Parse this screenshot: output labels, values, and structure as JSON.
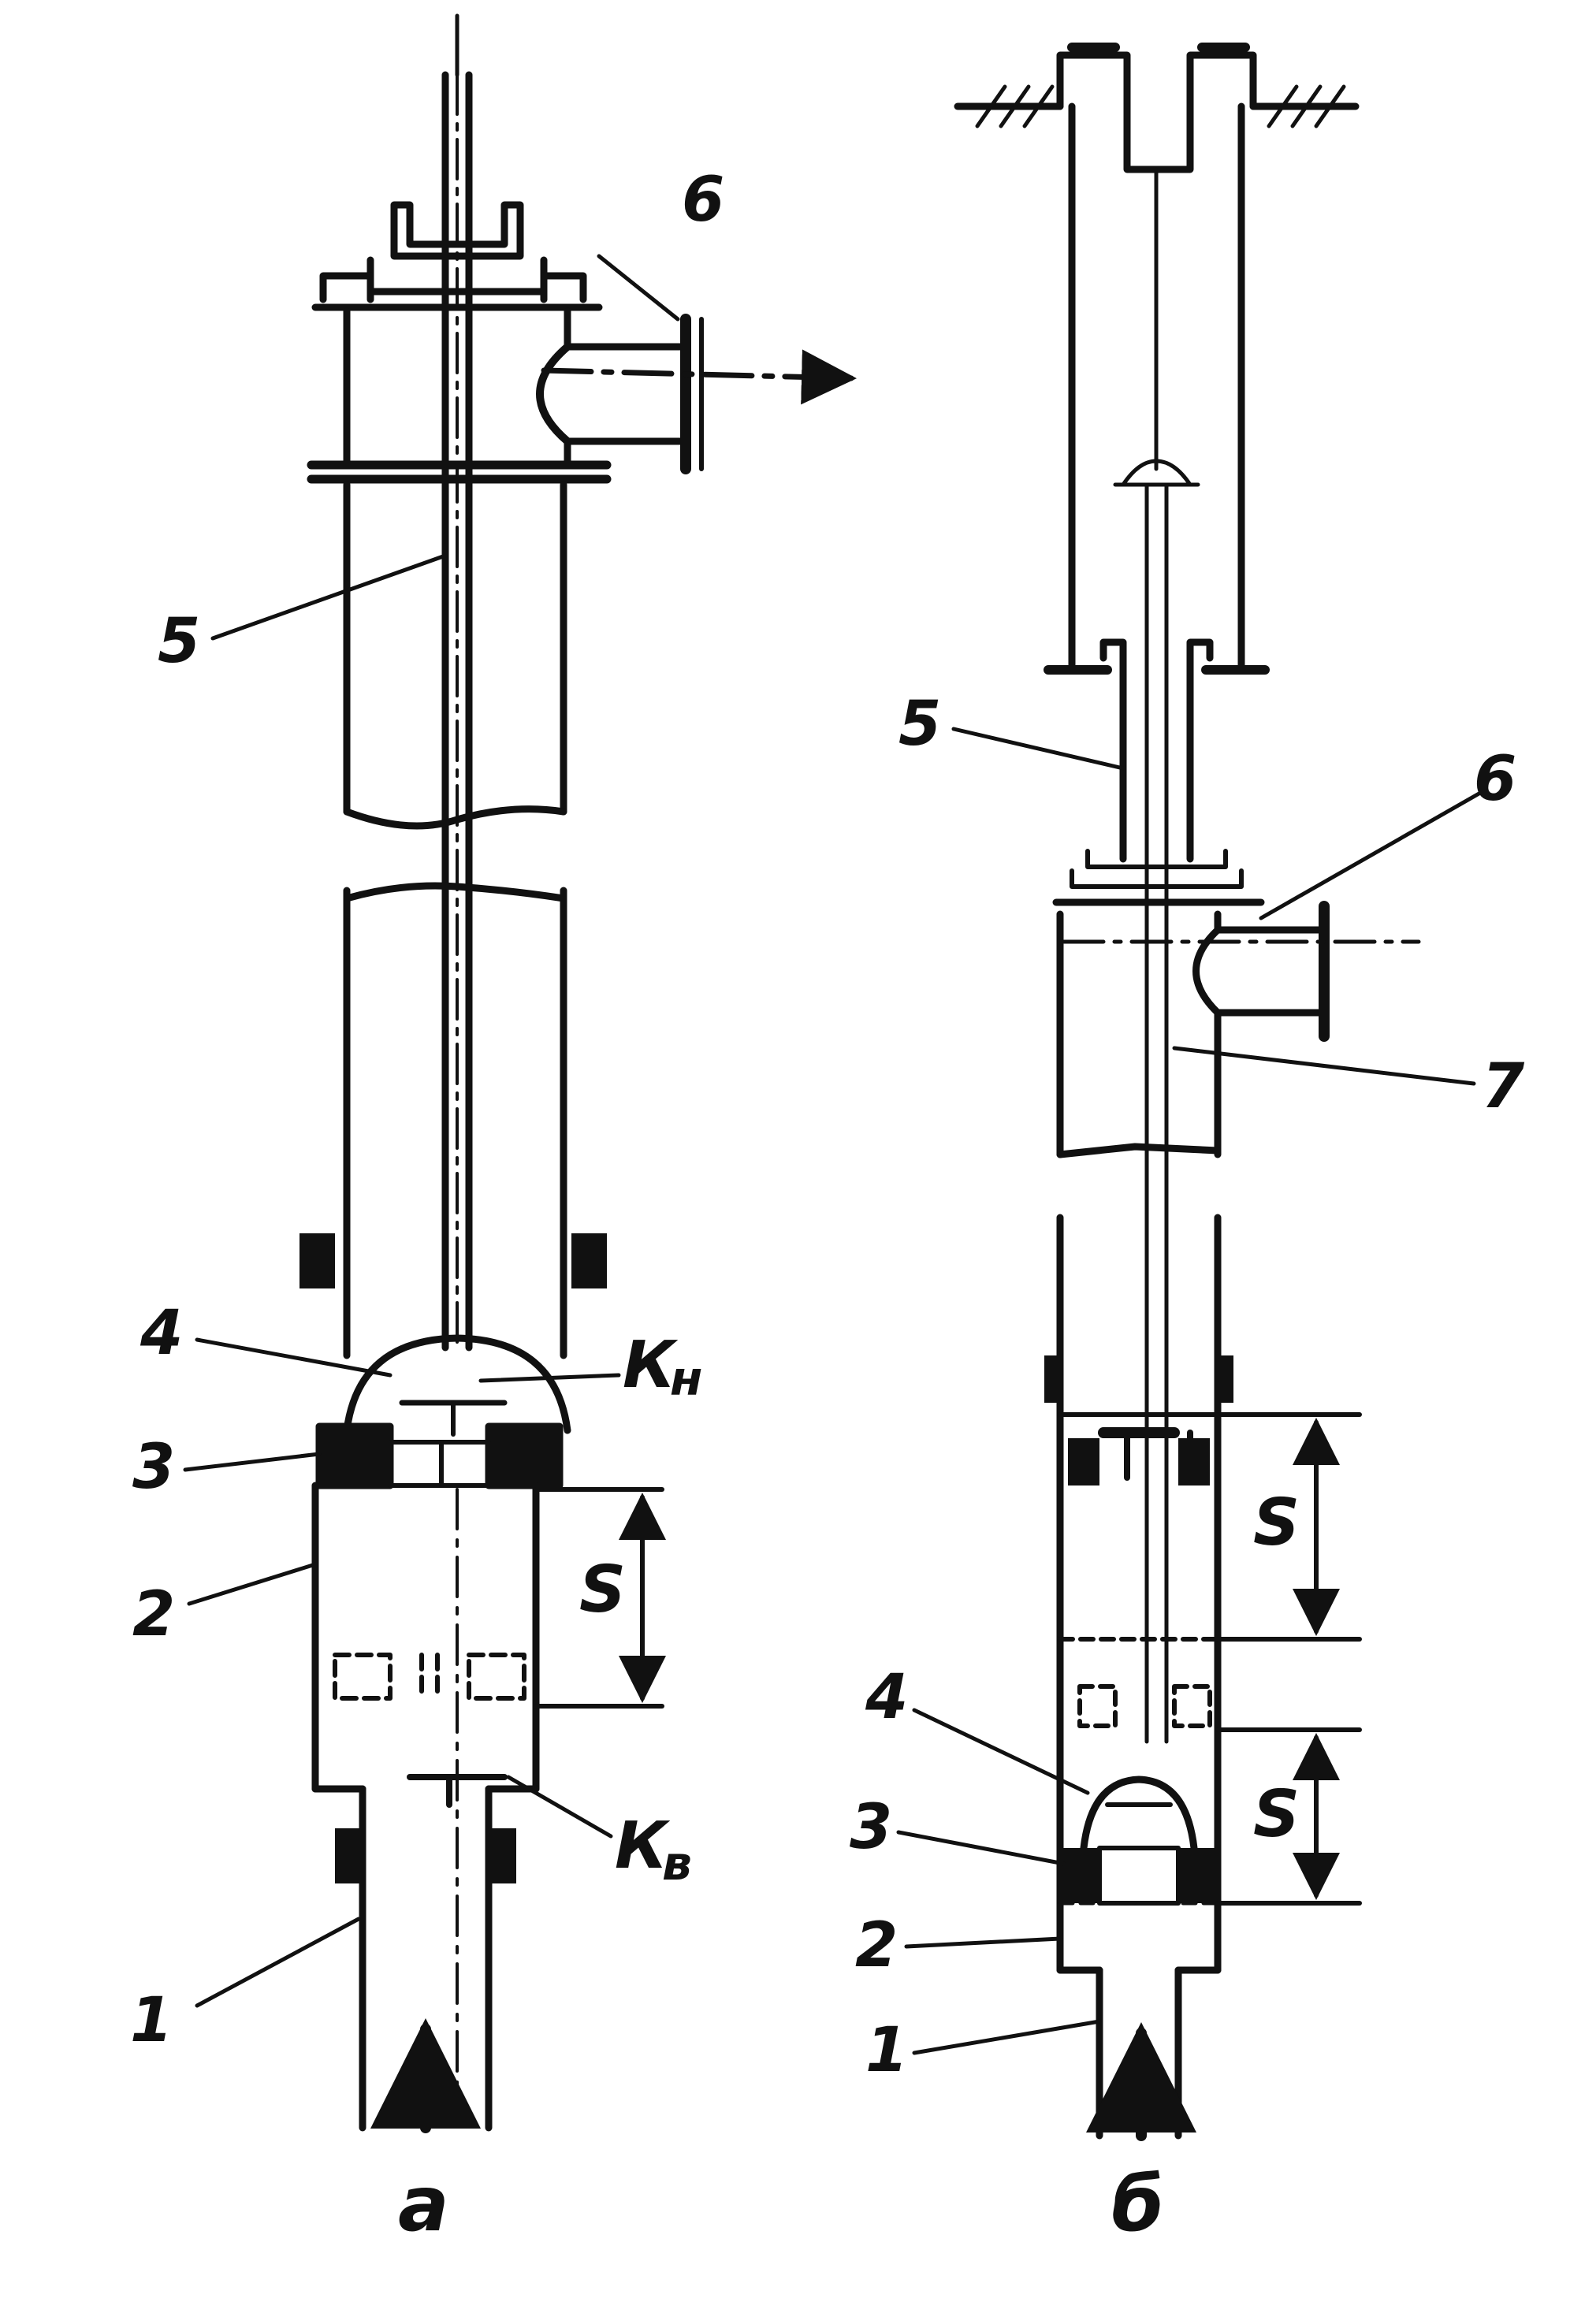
{
  "colors": {
    "ink": "#111111",
    "paper": "#ffffff"
  },
  "figure_a": {
    "caption": "а",
    "labels": {
      "n1": "1",
      "n2": "2",
      "n3": "3",
      "n4": "4",
      "n5": "5",
      "n6": "6",
      "stroke": "S",
      "valve_discharge_main": "К",
      "valve_discharge_sub": "н",
      "valve_suction_main": "К",
      "valve_suction_sub": "в"
    }
  },
  "figure_b": {
    "caption": "б",
    "labels": {
      "n1": "1",
      "n2": "2",
      "n3": "3",
      "n4": "4",
      "n5": "5",
      "n6": "6",
      "n7": "7",
      "stroke_upper": "S",
      "stroke_lower": "S"
    }
  }
}
